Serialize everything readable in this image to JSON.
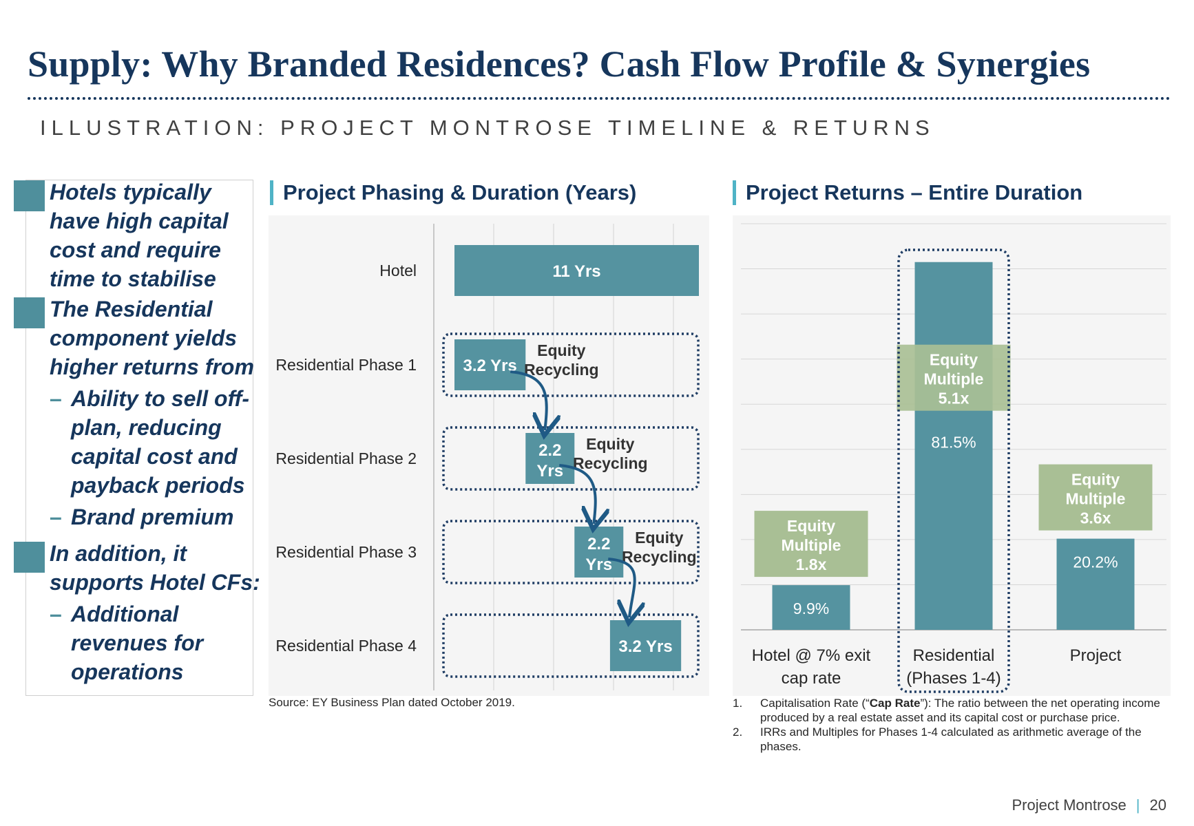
{
  "header": {
    "title": "Supply: Why Branded Residences? Cash Flow Profile & Synergies",
    "subtitle": "ILLUSTRATION: PROJECT MONTROSE TIMELINE & RETURNS"
  },
  "left_panel": {
    "bullets": [
      {
        "lines": [
          "Hotels typically",
          "have high capital",
          "cost and require",
          "time to stabilise"
        ]
      },
      {
        "lines": [
          "The Residential",
          "component yields",
          "higher returns from"
        ],
        "sub": [
          {
            "lines": [
              "Ability to sell off-",
              "plan, reducing",
              "capital cost and",
              "payback periods"
            ]
          },
          {
            "lines": [
              "Brand premium"
            ]
          }
        ]
      },
      {
        "lines": [
          "In addition, it",
          "supports Hotel CFs:"
        ],
        "sub": [
          {
            "lines": [
              "Additional",
              "revenues for",
              "operations"
            ]
          }
        ]
      }
    ],
    "dash": "–"
  },
  "chart_data": [
    {
      "type": "bar",
      "orientation": "horizontal",
      "title": "Project Phasing & Duration (Years)",
      "categories": [
        "Hotel",
        "Residential Phase 1",
        "Residential Phase 2",
        "Residential Phase 3",
        "Residential Phase 4"
      ],
      "bars": [
        {
          "start": 0,
          "duration": 11,
          "label": "11 Yrs",
          "note": ""
        },
        {
          "start": 0,
          "duration": 3.2,
          "label": "3.2 Yrs",
          "note": "Equity Recycling"
        },
        {
          "start": 3.2,
          "duration": 2.2,
          "label": "2.2 Yrs",
          "note": "Equity Recycling"
        },
        {
          "start": 5.4,
          "duration": 2.2,
          "label": "2.2 Yrs",
          "note": "Equity Recycling"
        },
        {
          "start": 7.0,
          "duration": 3.2,
          "label": "3.2 Yrs",
          "note": ""
        }
      ],
      "note_lines": [
        "Equity",
        "Recycling"
      ],
      "xlim": [
        0,
        11
      ],
      "grid": true,
      "bar_color": "#5593a0",
      "arrow_color": "#1f5a85",
      "source": "Source: EY Business Plan dated October 2019."
    },
    {
      "type": "bar",
      "title": "Project Returns – Entire Duration",
      "categories": [
        "Hotel @ 7% exit cap rate",
        "Residential (Phases 1-4)",
        "Project"
      ],
      "category_lines": [
        [
          "Hotel @ 7% exit",
          "cap rate"
        ],
        [
          "Residential",
          "(Phases 1-4)"
        ],
        [
          "Project"
        ]
      ],
      "values": [
        9.9,
        81.5,
        20.2
      ],
      "value_labels": [
        "9.9%",
        "81.5%",
        "20.2%"
      ],
      "equity_multiples": [
        "1.8x",
        "5.1x",
        "3.6x"
      ],
      "multiple_title_lines": [
        "Equity",
        "Multiple"
      ],
      "highlight_category": "Residential (Phases 1-4)",
      "ylim": [
        0,
        90
      ],
      "grid": true,
      "bar_color": "#5593a0",
      "multiple_color": "#a9bf95"
    }
  ],
  "notes": [
    {
      "num": "1.",
      "pre": "Capitalisation Rate (“",
      "bold": "Cap Rate",
      "post": "”): The ratio between the net operating income produced by a real estate asset and its capital cost or purchase price."
    },
    {
      "num": "2.",
      "pre": "",
      "bold": "",
      "post": "IRRs and Multiples for Phases 1-4 calculated as arithmetic average of the phases."
    }
  ],
  "footer": {
    "project": "Project Montrose",
    "separator": "|",
    "page": "20"
  }
}
